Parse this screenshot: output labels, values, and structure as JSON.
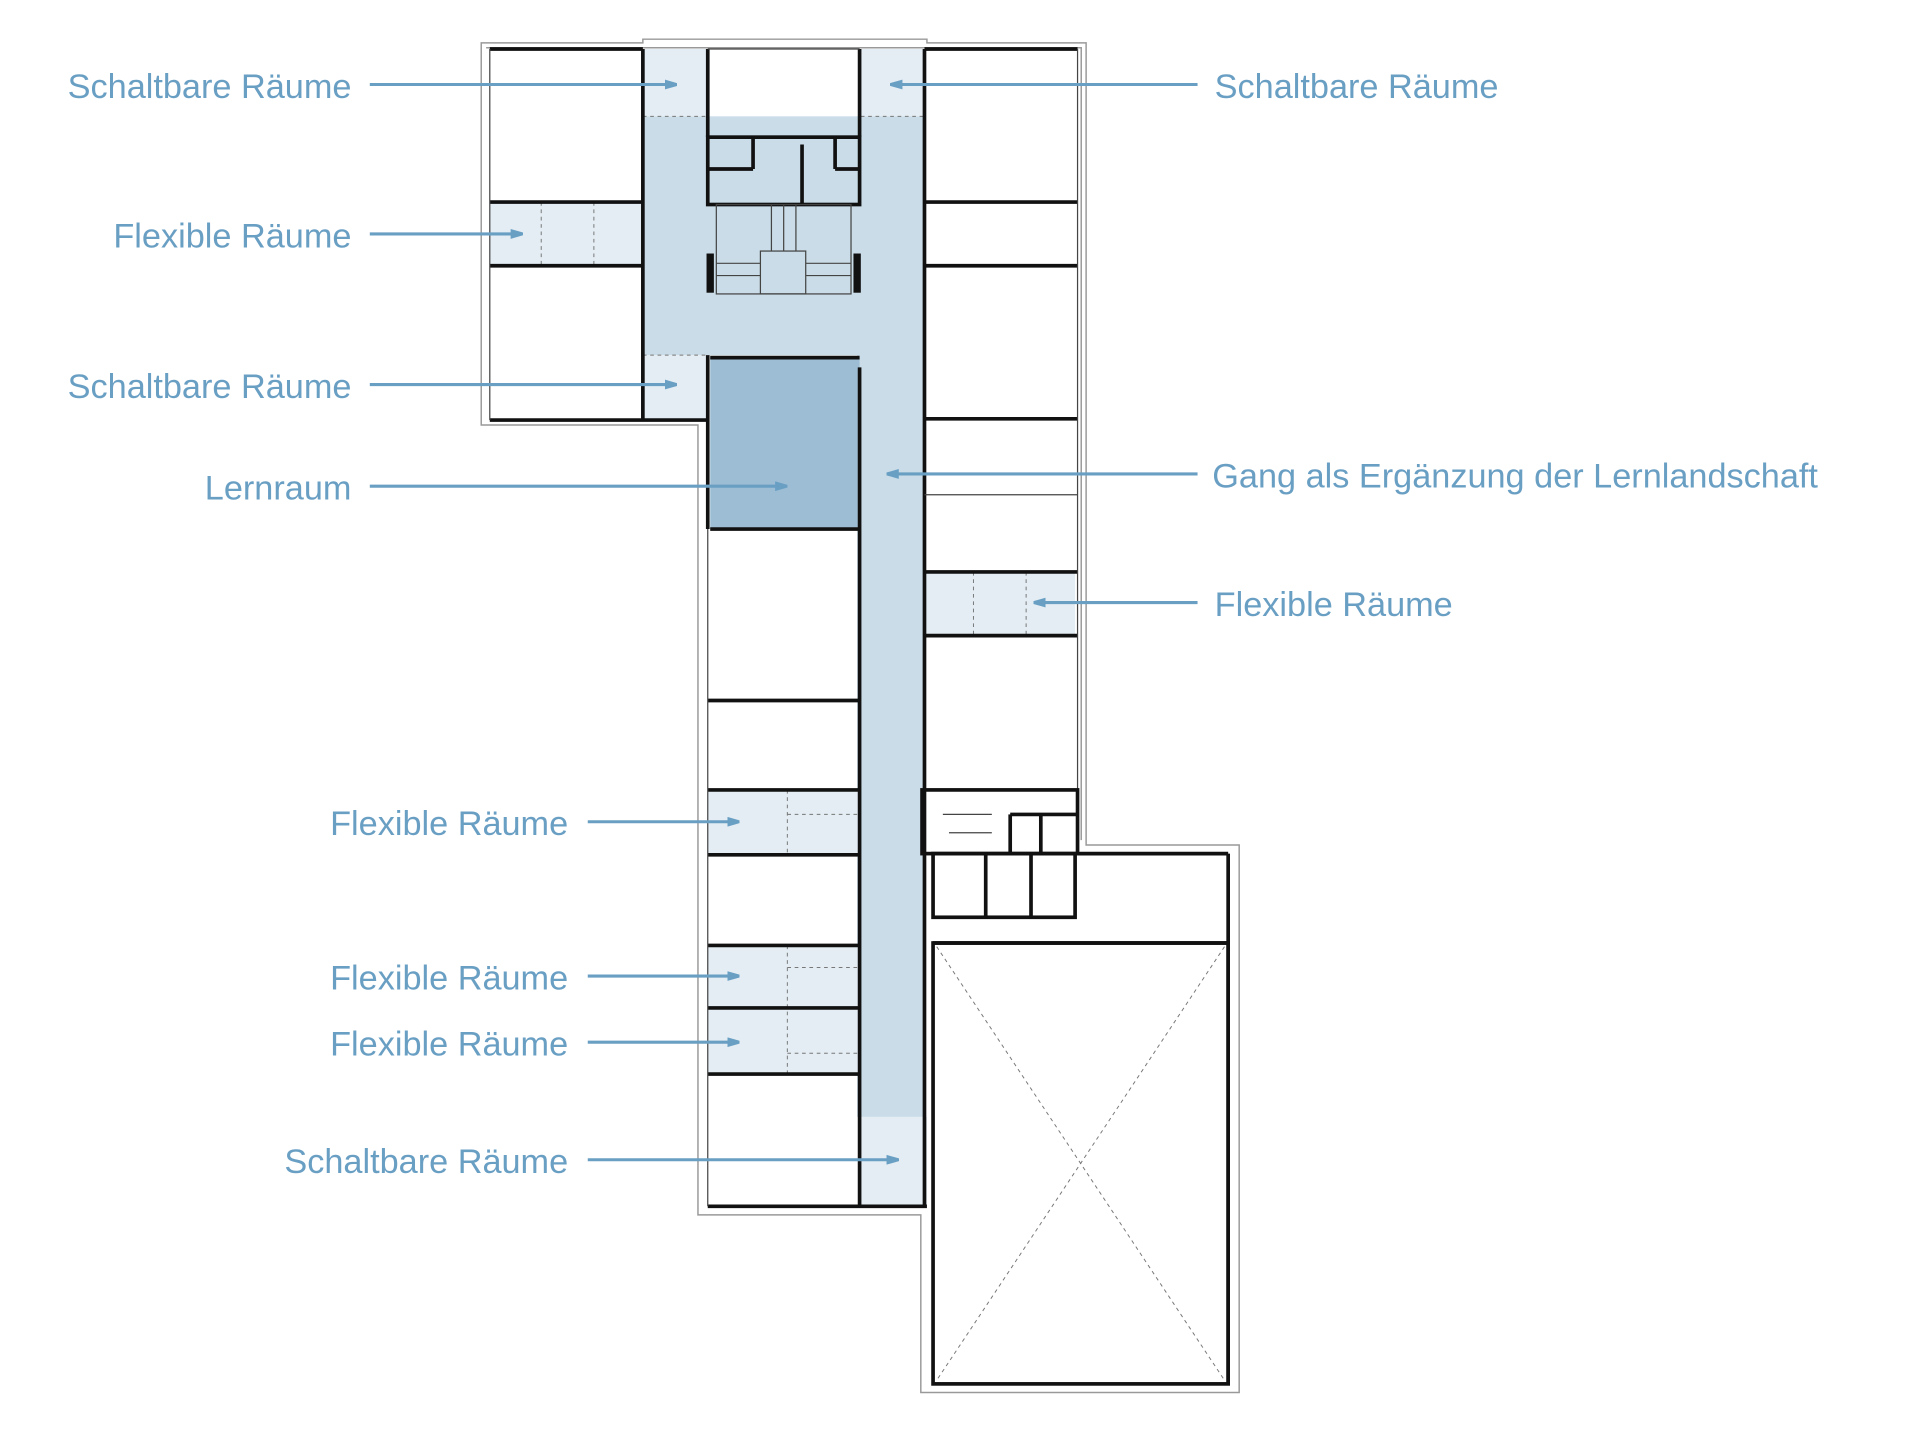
{
  "title": "Grundriss Lernlandschaft",
  "colors": {
    "label": "#6a9fc4",
    "corridor": "#c9dce7",
    "switchable_flexible": "#e3edf3",
    "learning_room": "#9dbdd4",
    "walls": "#111111"
  },
  "labels": {
    "schaltbar_top_left": "Schaltbare Räume",
    "schaltbar_top_right": "Schaltbare Räume",
    "flexibel_top_left": "Flexible Räume",
    "schaltbar_mid_left": "Schaltbare Räume",
    "lernraum": "Lernraum",
    "gang": "Gang als Ergänzung der Lernlandschaft",
    "flexibel_right": "Flexible Räume",
    "flexibel_low_1": "Flexible Räume",
    "flexibel_low_2": "Flexible Räume",
    "flexibel_low_3": "Flexible Räume",
    "schaltbar_bottom": "Schaltbare Räume"
  }
}
